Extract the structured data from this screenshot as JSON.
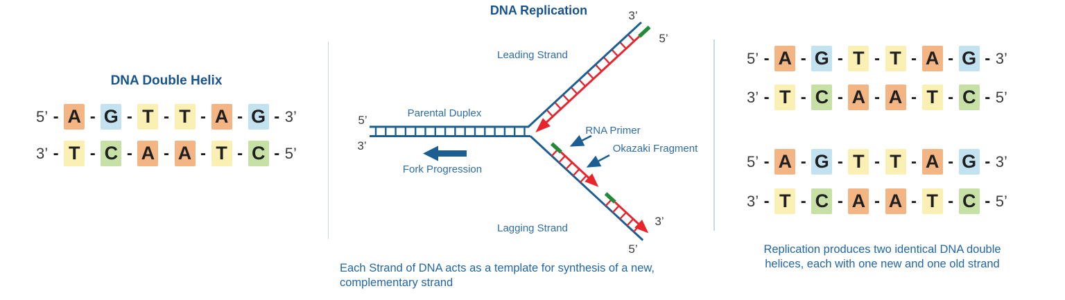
{
  "figure": {
    "left_panel": {
      "title": "DNA Double Helix",
      "strand_top": {
        "start": "5’",
        "end": "3’",
        "bases": [
          "A",
          "G",
          "T",
          "T",
          "A",
          "G"
        ]
      },
      "strand_bottom": {
        "start": "3’",
        "end": "5’",
        "bases": [
          "T",
          "C",
          "A",
          "A",
          "T",
          "C"
        ]
      }
    },
    "middle_panel": {
      "title": "DNA Replication",
      "labels": {
        "leading_strand": "Leading Strand",
        "parental_duplex": "Parental Duplex",
        "rna_primer": "RNA Primer",
        "okazaki_fragment": "Okazaki Fragment",
        "fork_progression": "Fork Progression",
        "lagging_strand": "Lagging Strand"
      },
      "primes": {
        "leading_end_3": "3’",
        "leading_end_5": "5’",
        "parental_left_5": "5’",
        "parental_left_3": "3’",
        "lagging_end_3": "3’",
        "lagging_end_5": "5’"
      },
      "caption_line1": "Each Strand of DNA acts as a template for synthesis of a new,",
      "caption_line2": "complementary strand"
    },
    "right_panel": {
      "helix1": {
        "strand_top": {
          "start": "5’",
          "end": "3’",
          "bases": [
            "A",
            "G",
            "T",
            "T",
            "A",
            "G"
          ]
        },
        "strand_bottom": {
          "start": "3’",
          "end": "5’",
          "bases": [
            "T",
            "C",
            "A",
            "A",
            "T",
            "C"
          ]
        }
      },
      "helix2": {
        "strand_top": {
          "start": "5’",
          "end": "3’",
          "bases": [
            "A",
            "G",
            "T",
            "T",
            "A",
            "G"
          ]
        },
        "strand_bottom": {
          "start": "3’",
          "end": "5’",
          "bases": [
            "T",
            "C",
            "A",
            "A",
            "T",
            "C"
          ]
        }
      },
      "caption_line1": "Replication produces two identical DNA double",
      "caption_line2": "helices, each with one new and one old strand"
    }
  },
  "separator": "-",
  "base_colors": {
    "A": "#F4B584",
    "G": "#C3E2F0",
    "T": "#FBF0B3",
    "C": "#C6E0A5"
  },
  "colors": {
    "structure_blue": "#1C5E92",
    "label_blue": "#2E6DA6",
    "title_blue": "#17538C",
    "caption_blue": "#2166A5",
    "prime_gray": "#3A3A3A",
    "base_letter": "#1F1F1F",
    "red": "#E8242C",
    "green": "#208A38",
    "divider": "#C9D8E2"
  }
}
